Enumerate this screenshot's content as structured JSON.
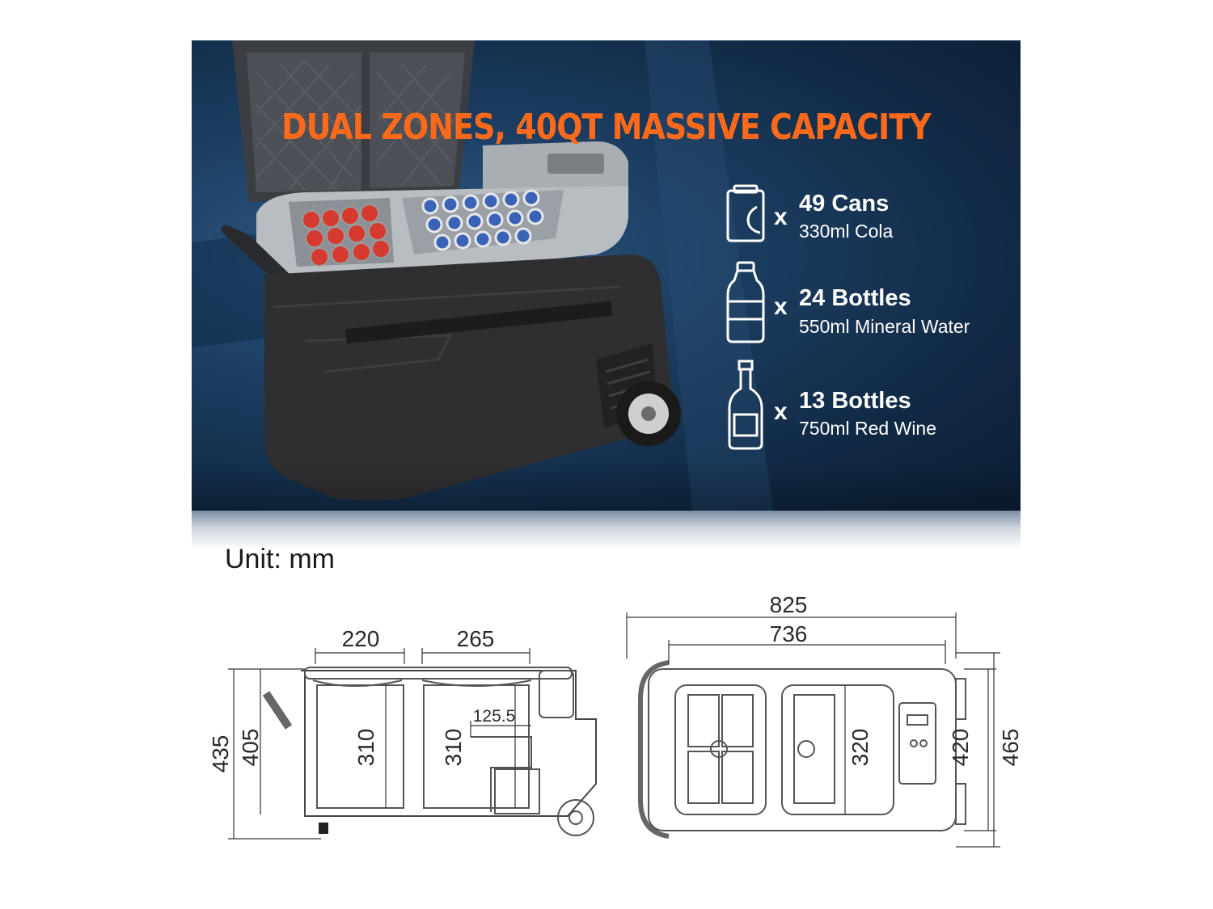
{
  "title": "DUAL ZONES, 40QT MASSIVE CAPACITY",
  "capacity": [
    {
      "icon": "can-icon",
      "qty": "49 Cans",
      "desc": "330ml Cola"
    },
    {
      "icon": "water-bottle-icon",
      "qty": "24 Bottles",
      "desc": "550ml Mineral Water"
    },
    {
      "icon": "wine-bottle-icon",
      "qty": "13 Bottles",
      "desc": "750ml Red Wine"
    }
  ],
  "multiplier": "x",
  "unit_label": "Unit: mm",
  "dimensions": {
    "side": {
      "left_zone_width": "220",
      "right_zone_width": "265",
      "left_zone_depth": "310",
      "right_zone_depth": "310",
      "step_width": "125.5",
      "inner_height": "405",
      "total_height": "435"
    },
    "top": {
      "total_width": "825",
      "body_width": "736",
      "inner_depth": "320",
      "body_depth": "420",
      "total_depth": "465"
    }
  },
  "colors": {
    "title_orange": "#ff6a1a",
    "hero_blue": "#1d3f63",
    "body_dark": "#2f2f31",
    "lid_gray": "#b8bdc2"
  }
}
